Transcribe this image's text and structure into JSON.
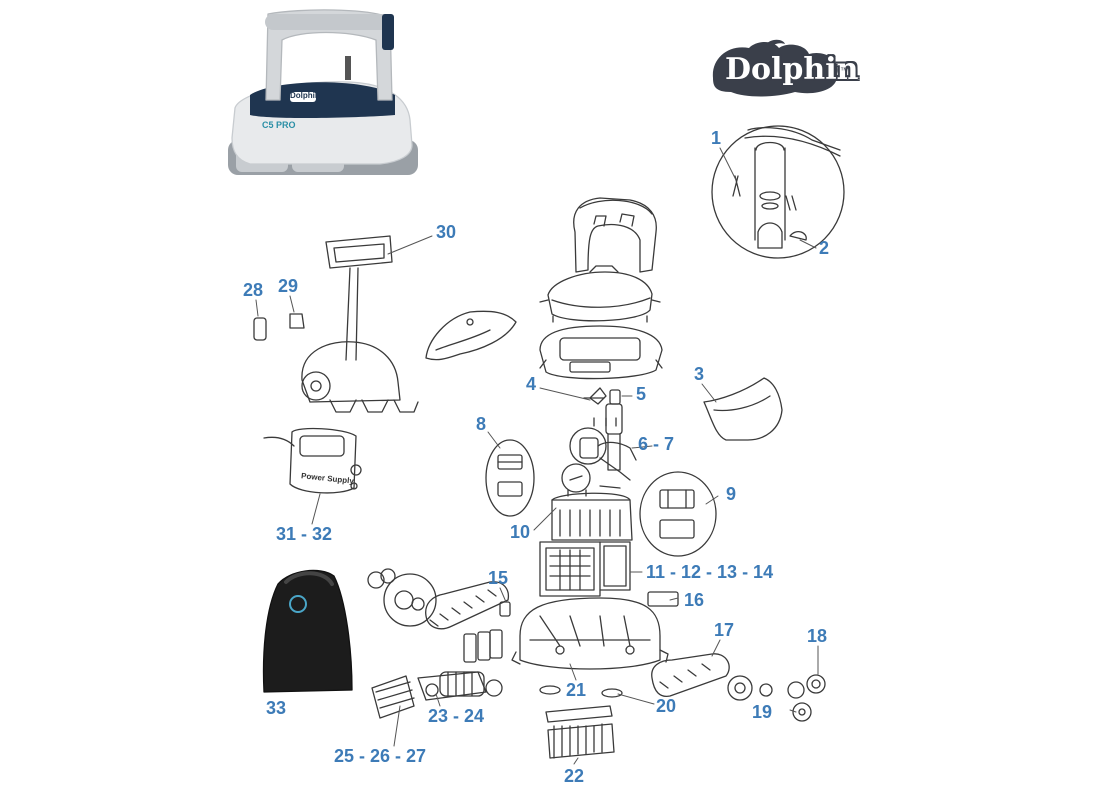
{
  "brand": {
    "logo_text": "Dolphin",
    "trademark": "™",
    "model_badge": "C5 PRO",
    "body_badge": "Dolphin",
    "power_supply_label": "Power Supply",
    "colors": {
      "label_blue": "#3d7bb7",
      "logo_dark": "#3a3f4a",
      "line_art": "#3a3a3a",
      "robot_navy": "#1f3550"
    }
  },
  "callouts": [
    {
      "id": "c1",
      "text": "1"
    },
    {
      "id": "c2",
      "text": "2"
    },
    {
      "id": "c3",
      "text": "3"
    },
    {
      "id": "c4",
      "text": "4"
    },
    {
      "id": "c5",
      "text": "5"
    },
    {
      "id": "c6",
      "text": "6 - 7"
    },
    {
      "id": "c8",
      "text": "8"
    },
    {
      "id": "c9",
      "text": "9"
    },
    {
      "id": "c10",
      "text": "10"
    },
    {
      "id": "c11",
      "text": "11 - 12 - 13 - 14"
    },
    {
      "id": "c15",
      "text": "15"
    },
    {
      "id": "c16",
      "text": "16"
    },
    {
      "id": "c17",
      "text": "17"
    },
    {
      "id": "c18",
      "text": "18"
    },
    {
      "id": "c19",
      "text": "19"
    },
    {
      "id": "c20",
      "text": "20"
    },
    {
      "id": "c21",
      "text": "21"
    },
    {
      "id": "c22",
      "text": "22"
    },
    {
      "id": "c23",
      "text": "23 - 24"
    },
    {
      "id": "c25",
      "text": "25 - 26 - 27"
    },
    {
      "id": "c28",
      "text": "28"
    },
    {
      "id": "c29",
      "text": "29"
    },
    {
      "id": "c30",
      "text": "30"
    },
    {
      "id": "c31",
      "text": "31 - 32"
    },
    {
      "id": "c33",
      "text": "33"
    }
  ]
}
